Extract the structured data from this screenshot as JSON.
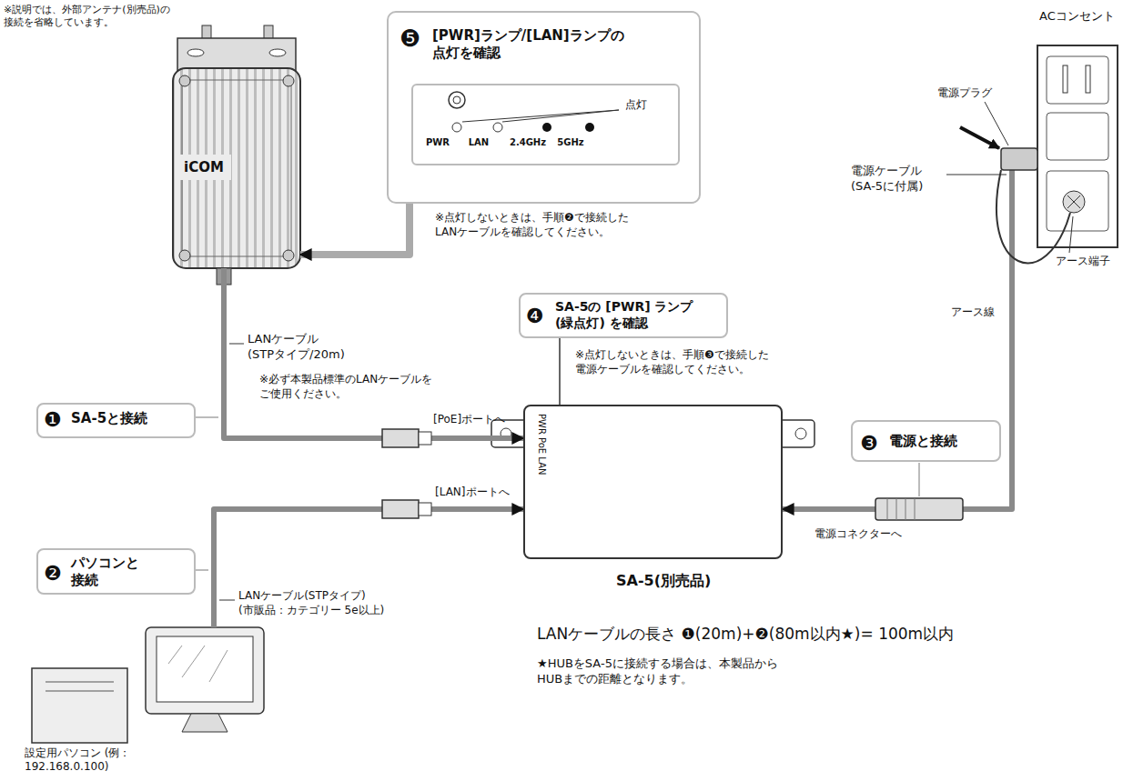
{
  "diagram": {
    "nodes": [
      {
        "text": [
          "iCOM"
        ]
      },
      {
        "text": [
          "❺",
          "[PWR]ランプ/[LAN]ランプの 点灯を確認"
        ]
      },
      {
        "text": [
          "点灯",
          "PWR",
          "LAN",
          "2.4GHz",
          "5GHz"
        ],
        "in": 1
      },
      {
        "text": [
          "❹",
          "SA-5の [PWR] ランプ (緑点灯) を確認"
        ]
      },
      {
        "text": [
          "❶",
          "SA-5と接続"
        ]
      },
      {
        "text": [
          "PWR PoE LAN",
          "SA-5(別売品)"
        ]
      },
      {
        "text": [
          "❸",
          "電源と接続"
        ]
      },
      {
        "text": [
          "❷",
          "パソコンと 接続"
        ]
      },
      {
        "text": [
          "設定用パソコン (例：192.168.0.100)"
        ]
      },
      {
        "text": [
          "ACコンセント"
        ]
      }
    ],
    "edges": [
      {
        "from": 0,
        "to": 5,
        "arrow": "to"
      },
      {
        "from": 8,
        "to": 5,
        "arrow": "to"
      },
      {
        "from": 9,
        "to": 5,
        "arrow": "to"
      },
      {
        "from": 1,
        "to": 0,
        "arrow": "to"
      },
      {
        "from": 3,
        "to": 5,
        "arrow": "none"
      }
    ],
    "labels": [
      "※説明では、外部アンテナ(別売品)の 接続を省略しています。",
      "※点灯しないときは、手順❷で接続した LANケーブルを確認してください。",
      "LANケーブル (STPタイプ/20m)",
      "※必ず本製品標準のLANケーブルを ご使用ください。",
      "[PoE]ポートへ",
      "[LAN]ポートへ",
      "LANケーブル(STPタイプ) (市販品：カテゴリー 5e以上)",
      "※点灯しないときは、手順❸で接続した 電源ケーブルを確認してください。",
      "電源プラグ",
      "電源ケーブル (SA-5に付属)",
      "アース線",
      "アース端子",
      "電源コネクターへ",
      "LANケーブルの長さ ❶(20m)+❷(80m以内★)= 100m以内",
      "★HUBをSA-5に接続する場合は、本製品から HUBまでの距離となります。"
    ]
  }
}
